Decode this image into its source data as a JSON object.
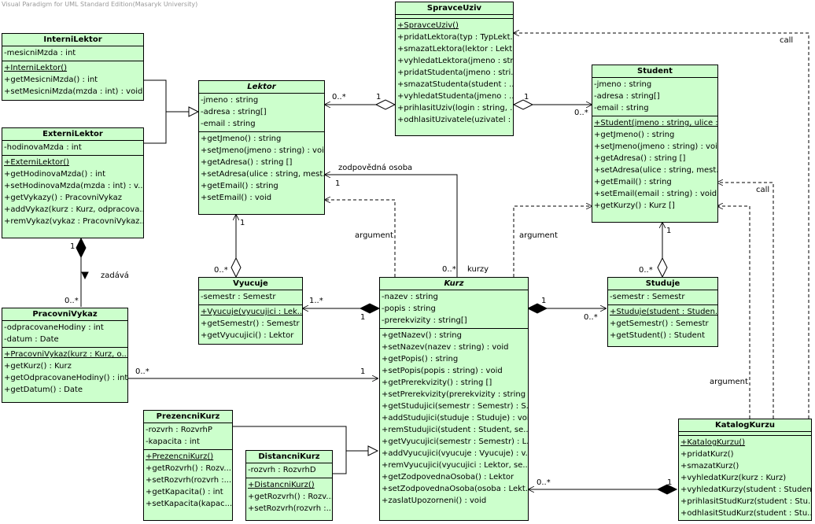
{
  "watermark": "Visual Paradigm for UML Standard Edition(Masaryk University)",
  "classes": {
    "interniLektor": {
      "name": "InterniLektor",
      "attributes": [
        "-mesicniMzda : int"
      ],
      "operations": [
        "+InterniLektor()",
        "+getMesicniMzda() : int",
        "+setMesicniMzda(mzda : int) : void"
      ]
    },
    "externiLektor": {
      "name": "ExterniLektor",
      "attributes": [
        "-hodinovaMzda : int"
      ],
      "operations": [
        "+ExterniLektor()",
        "+getHodinovaMzda() : int",
        "+setHodinovaMzda(mzda : int) : v...",
        "+getVykazy() : PracovniVykaz",
        "+addVykaz(kurz : Kurz, odpracova...",
        "+remVykaz(vykaz : PracovniVykaz..."
      ]
    },
    "lektor": {
      "name": "Lektor",
      "attributes": [
        "-jmeno : string",
        "-adresa : string[]",
        "-email : string"
      ],
      "operations": [
        "+getJmeno() : string",
        "+setJmeno(jmeno : string) : void",
        "+getAdresa() : string []",
        "+setAdresa(ulice : string, mest...",
        "+getEmail() : string",
        "+setEmail() : void"
      ]
    },
    "spravceUziv": {
      "name": "SpravceUziv",
      "attributes": [],
      "operations": [
        "+SpravceUziv()",
        "+pridatLektora(typ : TypLekt...",
        "+smazatLektora(lektor : Lekt...",
        "+vyhledatLektora(jmeno : str...",
        "+pridatStudenta(jmeno : stri...",
        "+smazatStudenta(student : ...",
        "+vyhledatStudenta(jmeno : ...",
        "+prihlasitUziv(login : string, ...",
        "+odhlasitUzivatele(uzivatel : ..."
      ]
    },
    "student": {
      "name": "Student",
      "attributes": [
        "-jmeno : string",
        "-adresa : string[]",
        "-email : string"
      ],
      "operations": [
        "+Student(jmeno : string, ulice :...",
        "+getJmeno() : string",
        "+setJmeno(jmeno : string) : void",
        "+getAdresa() : string []",
        "+setAdresa(ulice : string, mest...",
        "+getEmail() : string",
        "+setEmail(email : string) : void",
        "+getKurzy() : Kurz []"
      ]
    },
    "pracovniVykaz": {
      "name": "PracovniVykaz",
      "attributes": [
        "-odpracovaneHodiny : int",
        "-datum : Date"
      ],
      "operations": [
        "+PracovniVykaz(kurz : Kurz, o...",
        "+getKurz() : Kurz",
        "+getOdpracovaneHodiny() : int",
        "+getDatum() : Date"
      ]
    },
    "vyucuje": {
      "name": "Vyucuje",
      "attributes": [
        "-semestr : Semestr"
      ],
      "operations": [
        "+Vyucuje(vyucujici : Lek...",
        "+getSemestr() : Semestr",
        "+getVyucujici() : Lektor"
      ]
    },
    "kurz": {
      "name": "Kurz",
      "attributes": [
        "-nazev : string",
        "-popis : string",
        "-prerekvizity : string[]"
      ],
      "operations": [
        "+getNazev() : string",
        "+setNazev(nazev : string) : void",
        "+getPopis() : string",
        "+setPopis(popis : string) : void",
        "+getPrerekvizity() : string []",
        "+setPrerekvizity(prerekvizity : string ...",
        "+getStudujici(semestr : Semestr) : S...",
        "+addStudujici(studuje : Studuje) : void",
        "+remStudujici(student : Student, se...",
        "+getVyucujici(semestr : Semestr) : L...",
        "+addVyucujici(vyucuje : Vyucuje) : v...",
        "+remVyucujici(vyucujici : Lektor, se...",
        "+getZodpovednaOsoba() : Lektor",
        "+setZodpovednaOsoba(osoba : Lekt...",
        "+zaslatUpozorneni() : void"
      ]
    },
    "studuje": {
      "name": "Studuje",
      "attributes": [
        "-semestr : Semestr"
      ],
      "operations": [
        "+Studuje(student : Studen...",
        "+getSemestr() : Semestr",
        "+getStudent() : Student"
      ]
    },
    "prezencniKurz": {
      "name": "PrezencniKurz",
      "attributes": [
        "-rozvrh : RozvrhP",
        "-kapacita : int"
      ],
      "operations": [
        "+PrezencniKurz()",
        "+getRozvrh() : Rozv...",
        "+setRozvrh(rozvrh :...",
        "+getKapacita() : int",
        "+setKapacita(kapac..."
      ]
    },
    "distancniKurz": {
      "name": "DistancniKurz",
      "attributes": [
        "-rozvrh : RozvrhD"
      ],
      "operations": [
        "+DistancniKurz()",
        "+getRozvrh() : Rozv...",
        "+setRozvrh(rozvrh :..."
      ]
    },
    "katalogKurzu": {
      "name": "KatalogKurzu",
      "attributes": [],
      "operations": [
        "+KatalogKurzu()",
        "+pridatKurz()",
        "+smazatKurz()",
        "+vyhledatKurz(kurz : Kurz)",
        "+vyhledatKurzy(student : Student)",
        "+prihlasitStudKurz(student : Stu...",
        "+odhlasitStudKurz(student : Stu..."
      ]
    }
  },
  "links": {
    "call_top": "call",
    "call_right": "call",
    "argument_lektor": "argument",
    "argument_student": "argument",
    "argument_katalog": "argument",
    "zodpovedna_osoba": "zodpovědná osoba",
    "kurzy": "kurzy",
    "zadava": "zadává",
    "mult_lektor_spravce": "0..*",
    "mult_spravce_lektor": "1",
    "mult_spravce_student": "1",
    "mult_student_spravce": "0..*",
    "mult_zodp_lektor": "1",
    "mult_zodp_kurz": "0..*",
    "mult_lektor_vyucuje": "1",
    "mult_vyucuje_lektor": "0..*",
    "mult_student_studuje": "1",
    "mult_studuje_student": "0..*",
    "mult_vyucuje_kurz": "1..*",
    "mult_kurz_vyucuje": "1",
    "mult_kurz_studuje": "1",
    "mult_studuje_kurz": "0..*",
    "mult_externi_vykaz": "1",
    "mult_vykaz_externi": "0..*",
    "mult_vykaz_kurz": "0..*",
    "mult_kurz_vykaz": "1",
    "mult_katalog_kurz": "1",
    "mult_kurz_katalog": "0..*"
  }
}
